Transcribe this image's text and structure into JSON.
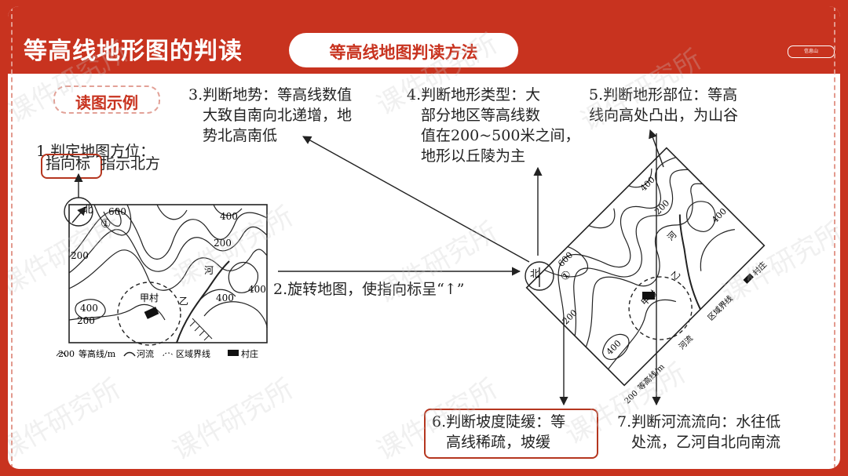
{
  "header": {
    "title": "等高线地形图的判读",
    "subtitle": "等高线地图判读方法",
    "logo_text": "信息山"
  },
  "example_label": "读图示例",
  "steps": {
    "s1_line1": "1.判定地图方位：",
    "s1_keyword": "指向标",
    "s1_rest": "指示北方",
    "s2": "2.旋转地图，使指向标呈“↑”",
    "s3": [
      "3.判断地势：等高线数值",
      "大致自南向北递增，地",
      "势北高南低"
    ],
    "s4": [
      "4.判断地形类型：大",
      "部分地区等高线数",
      "值在200~500米之间，",
      "地形以丘陵为主"
    ],
    "s5": [
      "5.判断地形部位：等高",
      "线向高处凸出，为山谷"
    ],
    "s6": [
      "6.判断坡度陡缓：等",
      "高线稀疏，坡缓"
    ],
    "s7": [
      "7.判断河流流向：水往低",
      "处流，乙河自北向南流"
    ]
  },
  "map": {
    "north": "北",
    "marker": "①",
    "labels": {
      "v600": "600",
      "v400": "400",
      "v200": "200",
      "river": "河",
      "village": "甲村",
      "yi": "乙"
    },
    "legend": {
      "contour": "200",
      "contour_text": "等高线/m",
      "river": "河流",
      "boundary": "区域界线",
      "village": "村庄"
    }
  },
  "watermark": "课件研究所",
  "colors": {
    "accent": "#c8331f",
    "box": "#b5361f"
  }
}
